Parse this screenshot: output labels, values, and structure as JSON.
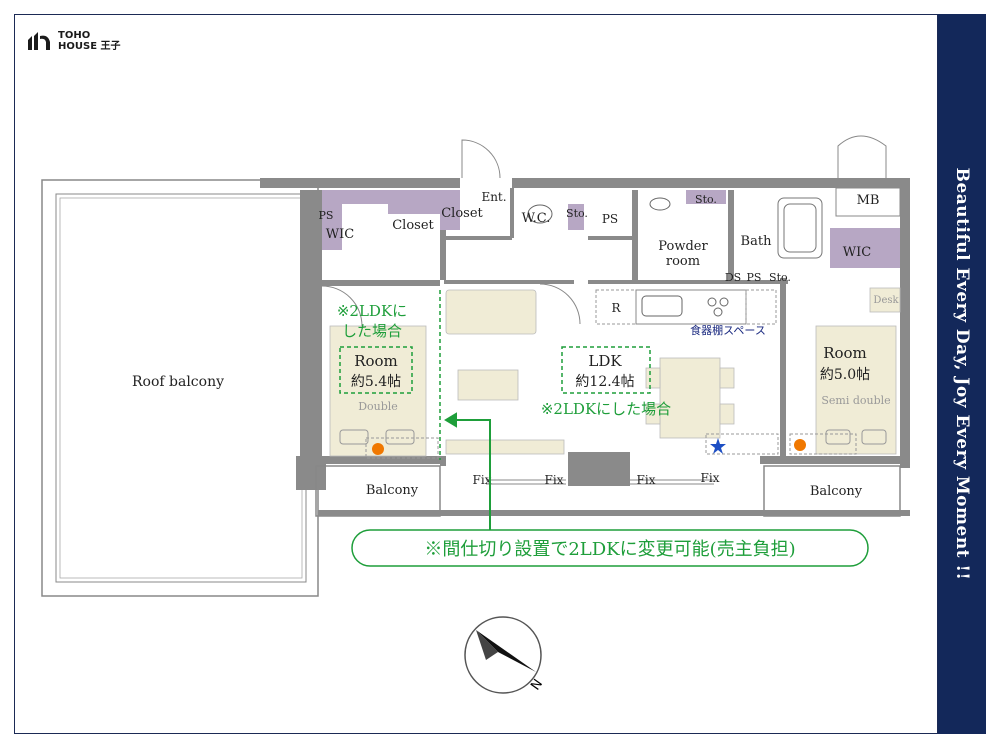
{
  "brand": {
    "logo_line1": "TOHO",
    "logo_line2": "HOUSE 王子",
    "tagline": "Beautiful Every Day, Joy Every Moment !!"
  },
  "rooms": {
    "roof_balcony": "Roof balcony",
    "room_left": "Room",
    "room_left_size": "約5.4帖",
    "room_left_bed": "Double",
    "room_right": "Room",
    "room_right_size": "約5.0帖",
    "room_right_bed": "Semi double",
    "ldk": "LDK",
    "ldk_size": "約12.4帖",
    "powder": "Powder",
    "powder2": "room",
    "bath": "Bath",
    "wc": "W.C.",
    "ent": "Ent.",
    "closet1": "Closet",
    "closet2": "Closet",
    "wic_left": "WIC",
    "wic_right": "WIC",
    "ps1": "PS",
    "ps2": "PS",
    "ps3": "PS",
    "sto1": "Sto.",
    "sto2": "Sto.",
    "sto3": "Sto.",
    "ds": "DS",
    "mb": "MB",
    "desk": "Desk",
    "r": "R",
    "balcony_left": "Balcony",
    "balcony_right": "Balcony",
    "fix1": "Fix",
    "fix2": "Fix",
    "fix3": "Fix",
    "fix4": "Fix",
    "shelf": "食器棚スペース"
  },
  "notes": {
    "alt_2ldk_line1": "※2LDKに",
    "alt_2ldk_line2": "した場合",
    "alt_2ldk_center": "※2LDKにした場合",
    "change_note": "※間仕切り設置で2LDKに変更可能(売主負担)"
  },
  "compass": {
    "label": "N"
  },
  "colors": {
    "sidebar": "#13285a",
    "wall": "#8a8a8a",
    "storage": "#b7a7c4",
    "furniture": "#f0ecd6",
    "green": "#1e9e3a",
    "orange": "#f07800",
    "star": "#1d4fc4"
  }
}
